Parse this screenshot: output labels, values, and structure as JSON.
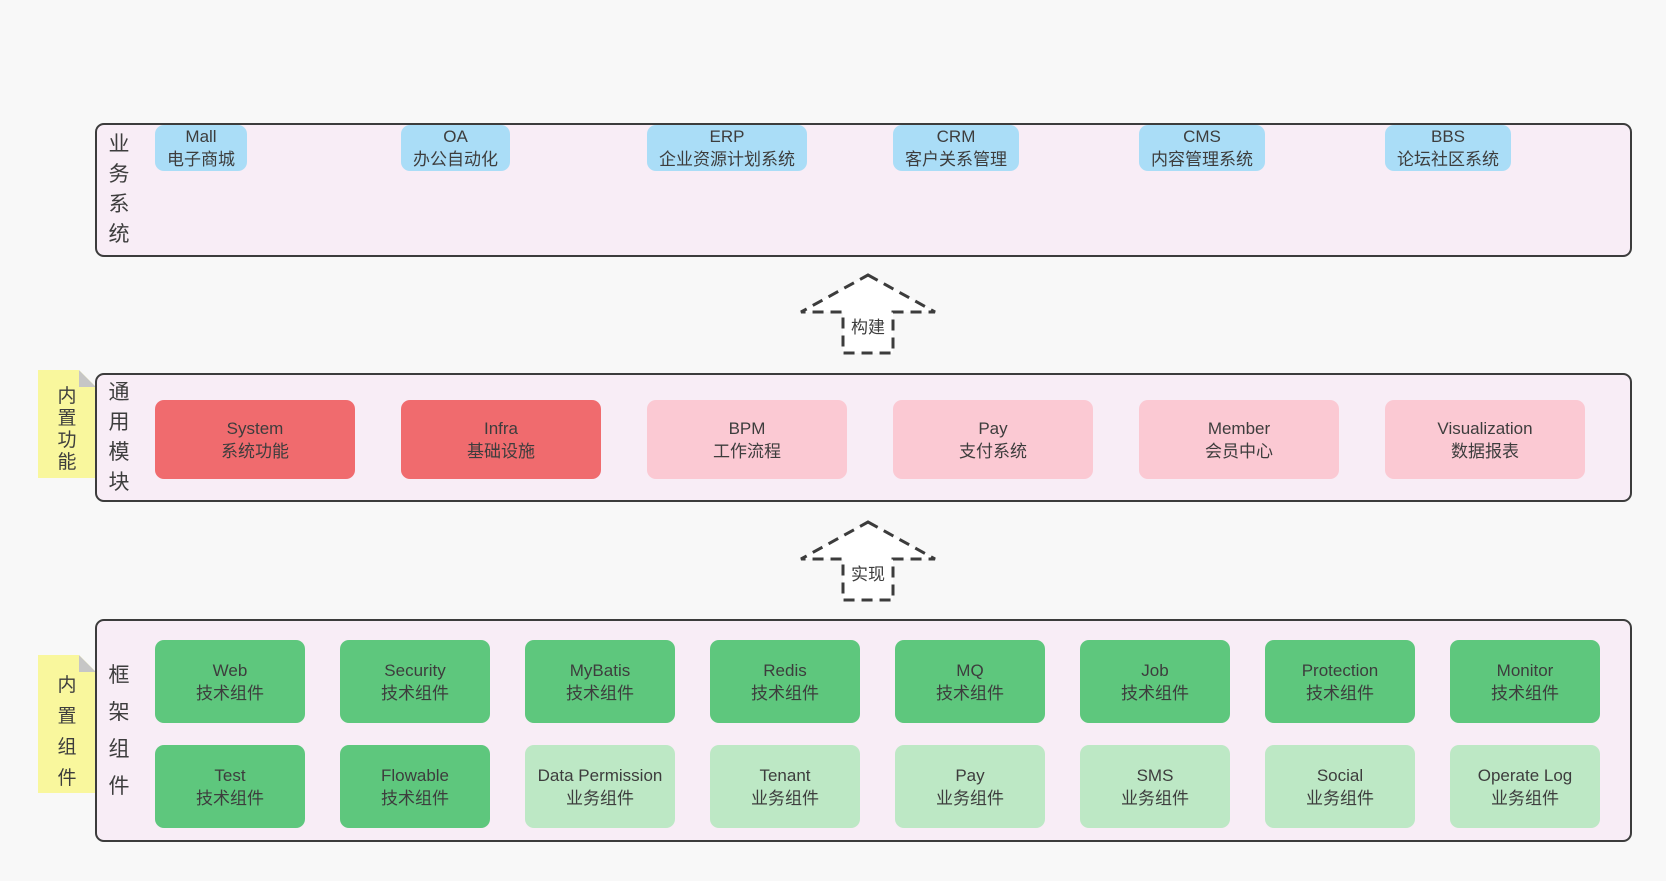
{
  "colors": {
    "page-bg": "#f8f8f8",
    "panel-bg": "#f8edf6",
    "line": "#3c3c3c",
    "text": "#3d3d3d",
    "blue": "#aaddf7",
    "red": "#f06b6e",
    "pink": "#fbc9d3",
    "dgreen": "#5ec77d",
    "lgreen": "#bde8c5",
    "sticky": "#f9f79d",
    "fold": "#c6c6c6"
  },
  "arrows": {
    "build": "构建",
    "implement": "实现"
  },
  "layers": {
    "business": {
      "side_label": "业务系统",
      "items": [
        {
          "title": "Mall",
          "subtitle": "电子商城"
        },
        {
          "title": "OA",
          "subtitle": "办公自动化"
        },
        {
          "title": "ERP",
          "subtitle": "企业资源计划系统"
        },
        {
          "title": "CRM",
          "subtitle": "客户关系管理"
        },
        {
          "title": "CMS",
          "subtitle": "内容管理系统"
        },
        {
          "title": "BBS",
          "subtitle": "论坛社区系统"
        }
      ]
    },
    "modules": {
      "side_label": "通用模块",
      "sticky_label": "内置功能",
      "items": [
        {
          "title": "System",
          "subtitle": "系统功能"
        },
        {
          "title": "Infra",
          "subtitle": "基础设施"
        },
        {
          "title": "BPM",
          "subtitle": "工作流程"
        },
        {
          "title": "Pay",
          "subtitle": "支付系统"
        },
        {
          "title": "Member",
          "subtitle": "会员中心"
        },
        {
          "title": "Visualization",
          "subtitle": "数据报表"
        }
      ]
    },
    "components": {
      "side_label": "框架组件",
      "sticky_label": "内置组件",
      "row1": [
        {
          "title": "Web",
          "subtitle": "技术组件"
        },
        {
          "title": "Security",
          "subtitle": "技术组件"
        },
        {
          "title": "MyBatis",
          "subtitle": "技术组件"
        },
        {
          "title": "Redis",
          "subtitle": "技术组件"
        },
        {
          "title": "MQ",
          "subtitle": "技术组件"
        },
        {
          "title": "Job",
          "subtitle": "技术组件"
        },
        {
          "title": "Protection",
          "subtitle": "技术组件"
        },
        {
          "title": "Monitor",
          "subtitle": "技术组件"
        }
      ],
      "row2": [
        {
          "title": "Test",
          "subtitle": "技术组件"
        },
        {
          "title": "Flowable",
          "subtitle": "技术组件"
        },
        {
          "title": "Data Permission",
          "subtitle": "业务组件"
        },
        {
          "title": "Tenant",
          "subtitle": "业务组件"
        },
        {
          "title": "Pay",
          "subtitle": "业务组件"
        },
        {
          "title": "SMS",
          "subtitle": "业务组件"
        },
        {
          "title": "Social",
          "subtitle": "业务组件"
        },
        {
          "title": "Operate Log",
          "subtitle": "业务组件"
        }
      ]
    }
  }
}
